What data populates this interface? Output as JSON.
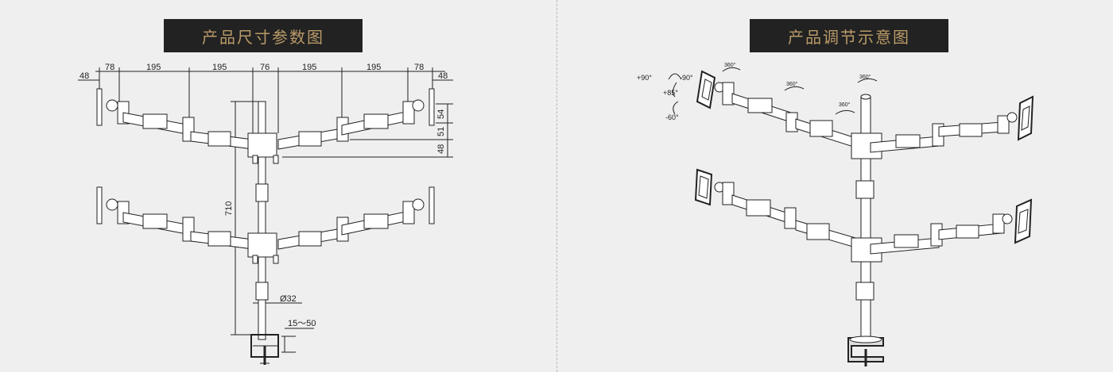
{
  "left_panel": {
    "title": "产品尺寸参数图",
    "dimensions": {
      "top": [
        "48",
        "78",
        "195",
        "195",
        "76",
        "195",
        "195",
        "78",
        "48"
      ],
      "right_side": [
        "54",
        "51",
        "48"
      ],
      "height": "710",
      "pole_diameter": "Ø32",
      "clamp_range": "15～50"
    }
  },
  "right_panel": {
    "title": "产品调节示意图",
    "rotation_labels": {
      "plus90": "+90°",
      "minus90": "-90°",
      "plus85": "+85°",
      "minus60": "-60°",
      "r360_a": "360°",
      "r360_b": "360°",
      "r360_c": "360°",
      "r360_d": "360°"
    }
  },
  "colors": {
    "background": "#efefef",
    "title_bg": "#222222",
    "title_text": "#b99a68",
    "line": "#222222"
  }
}
